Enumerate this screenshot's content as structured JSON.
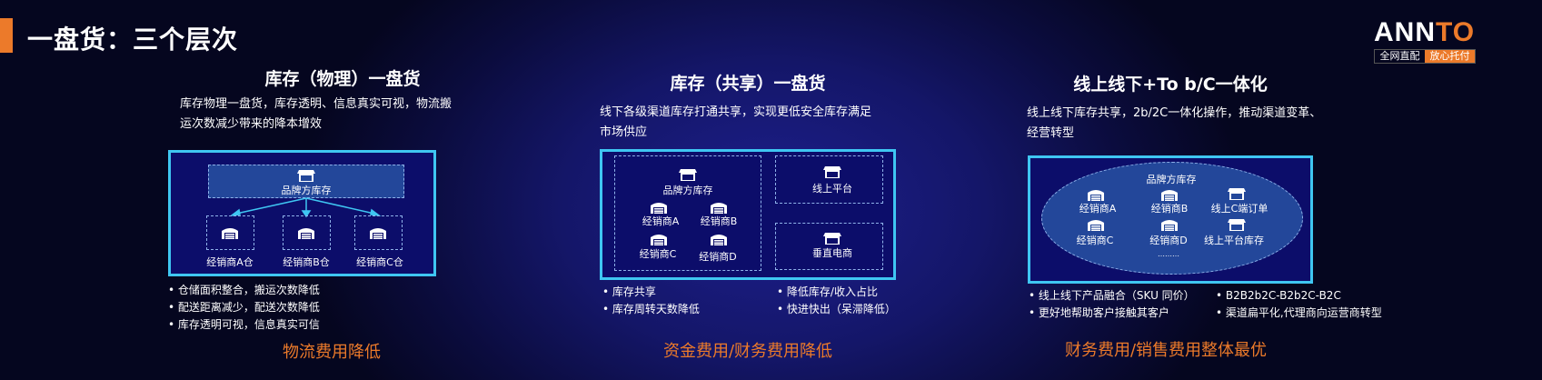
{
  "header": {
    "title": "一盘货：三个层次"
  },
  "logo": {
    "brand_white": "ANN",
    "brand_orange": "TO",
    "tag_left": "全网直配",
    "tag_right": "放心托付"
  },
  "panels": [
    {
      "title": "库存（物理）一盘货",
      "desc": [
        "库存物理一盘货，库存透明、信息真实可视，物流搬",
        "运次数减少带来的降本增效"
      ],
      "diagram": {
        "brand": "品牌方库存",
        "warehouses": [
          "经销商A仓",
          "经销商B仓",
          "经销商C仓"
        ]
      },
      "bullets": [
        "仓储面积整合，搬运次数降低",
        "配送距离减少，配送次数降低",
        "库存透明可视，信息真实可信"
      ],
      "result": "物流费用降低"
    },
    {
      "title": "库存（共享）一盘货",
      "desc": [
        "线下各级渠道库存打通共享，实现更低安全库存满足",
        "市场供应"
      ],
      "diagram": {
        "brand": "品牌方库存",
        "dealers": [
          "经销商A",
          "经销商B",
          "经销商C",
          "经销商D"
        ],
        "online": "线上平台",
        "vertical": "垂直电商"
      },
      "bullets_left": [
        "库存共享",
        "库存周转天数降低"
      ],
      "bullets_right": [
        "降低库存/收入占比",
        "快进快出（呆滞降低）"
      ],
      "result": "资金费用/财务费用降低"
    },
    {
      "title": "线上线下+To b/C一体化",
      "desc": [
        "线上线下库存共享，2b/2C一体化操作，推动渠道变革、",
        "经营转型"
      ],
      "diagram": {
        "brand": "品牌方库存",
        "dealers": [
          "经销商A",
          "经销商B",
          "经销商C",
          "经销商D"
        ],
        "online_order": "线上C端订单",
        "online_stock": "线上平台库存",
        "more": "………"
      },
      "bullets_left": [
        "线上线下产品融合（SKU 同价）",
        "更好地帮助客户接触其客户"
      ],
      "bullets_right": [
        "B2B2b2C-B2b2C-B2C",
        "渠道扁平化,代理商向运营商转型"
      ],
      "result": "财务费用/销售费用整体最优"
    }
  ]
}
